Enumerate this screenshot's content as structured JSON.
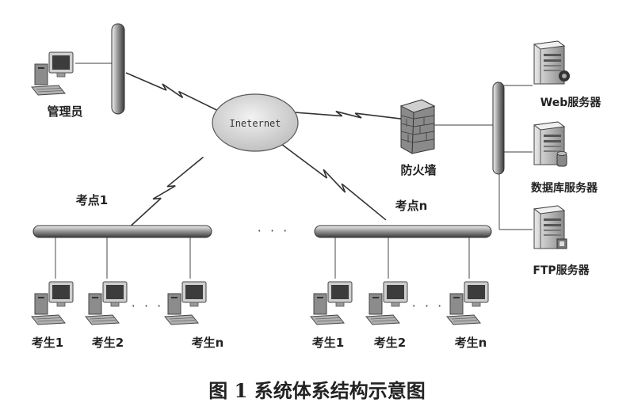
{
  "diagram": {
    "admin_label": "管理员",
    "cloud_label": "Ineternet",
    "firewall_label": "防火墙",
    "servers": {
      "web": "Web服务器",
      "db": "数据库服务器",
      "ftp": "FTP服务器"
    },
    "sites": [
      {
        "label": "考点1",
        "students": [
          "考生1",
          "考生2",
          "考生n"
        ]
      },
      {
        "label": "考点n",
        "students": [
          "考生1",
          "考生2",
          "考生n"
        ]
      }
    ],
    "ellipsis": "· · ·"
  },
  "caption": "图 1  系统体系结构示意图"
}
